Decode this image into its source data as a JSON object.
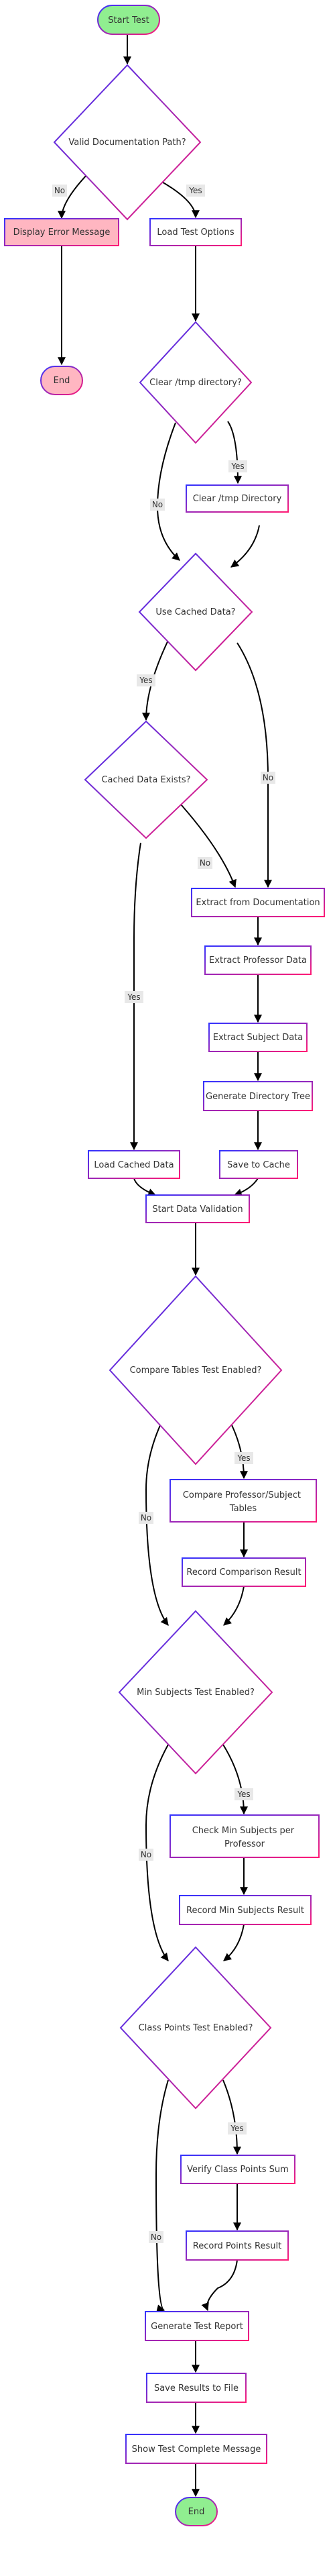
{
  "colors": {
    "terminal_fill": "#90ee90",
    "end_fill": "#ffb6c1",
    "error_fill": "#ffb6c1",
    "border_start": "#3333ff",
    "border_end": "#ff1a75",
    "edge_label_bg": "#e8e8e8",
    "line": "#000000"
  },
  "nodes": {
    "start": "Start Test",
    "valid_path": "Valid Documentation Path?",
    "display_error": "Display Error Message",
    "end_error": "End",
    "load_options": "Load Test Options",
    "clear_tmp_q": "Clear /tmp directory?",
    "clear_tmp": "Clear /tmp Directory",
    "use_cached_q": "Use Cached Data?",
    "cached_exists_q": "Cached Data Exists?",
    "extract_doc": "Extract from Documentation",
    "extract_prof": "Extract Professor Data",
    "extract_subj": "Extract Subject Data",
    "gen_tree": "Generate Directory Tree",
    "load_cached": "Load Cached Data",
    "save_cache": "Save to Cache",
    "start_validation": "Start Data Validation",
    "compare_q": "Compare Tables Test Enabled?",
    "compare_tables": "Compare Professor/Subject Tables",
    "record_compare": "Record Comparison Result",
    "min_subj_q": "Min Subjects Test Enabled?",
    "check_min": "Check Min Subjects per Professor",
    "record_min": "Record Min Subjects Result",
    "class_points_q": "Class Points Test Enabled?",
    "verify_points": "Verify Class Points Sum",
    "record_points": "Record Points Result",
    "gen_report": "Generate Test Report",
    "save_results": "Save Results to File",
    "show_complete": "Show Test Complete Message",
    "end_final": "End"
  },
  "labels": {
    "no": "No",
    "yes": "Yes"
  }
}
